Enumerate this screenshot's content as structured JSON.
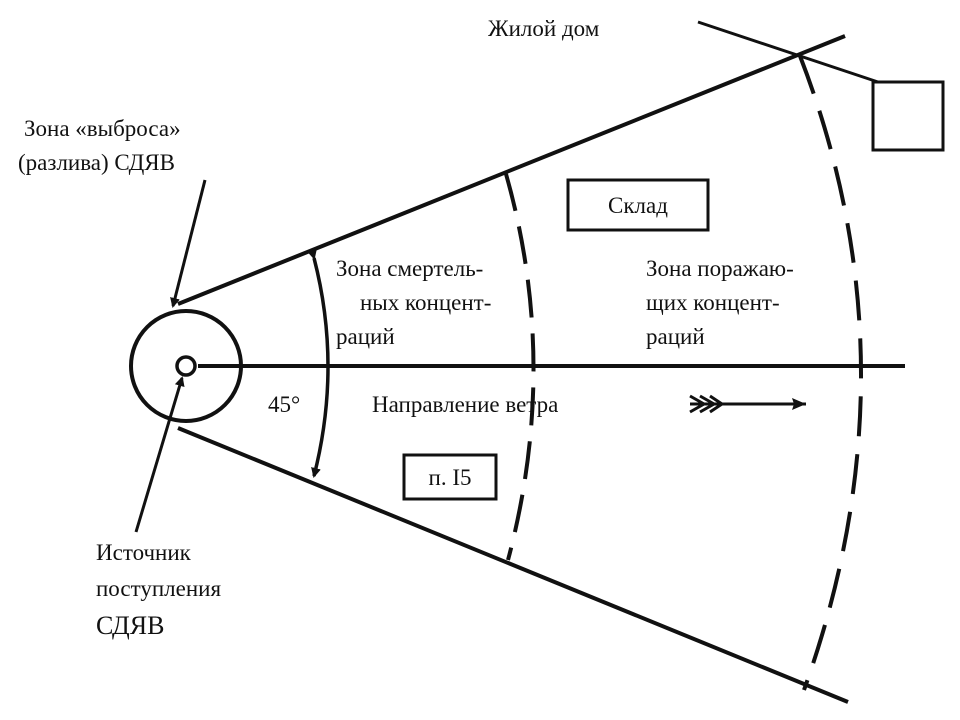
{
  "diagram": {
    "labels": {
      "house": "Жилой дом",
      "spill_zone_line1": "Зона «выброса»",
      "spill_zone_line2": "(разлива) СДЯВ",
      "warehouse": "Склад",
      "lethal_zone_line1": "Зона смертель-",
      "lethal_zone_line2": "ных концент-",
      "lethal_zone_line3": "раций",
      "damaging_zone_line1": "Зона поражаю-",
      "damaging_zone_line2": "щих концент-",
      "damaging_zone_line3": "раций",
      "angle": "45°",
      "wind_direction": "Направление ветра",
      "settlement": "п. I5",
      "source_line1": "Источник",
      "source_line2": "поступления",
      "source_line3": "СДЯВ"
    },
    "icons": [
      "wind-arrow-icon",
      "house-icon"
    ],
    "colors": {
      "ink": "#111111",
      "background": "#ffffff"
    }
  }
}
